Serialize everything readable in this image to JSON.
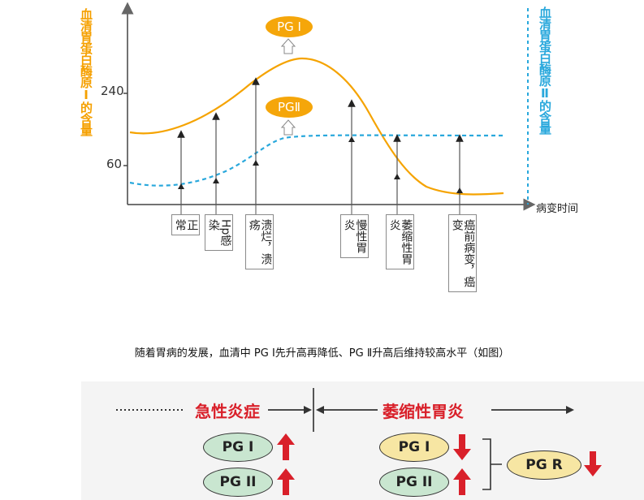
{
  "y_label_left": "血清胃蛋白酶原Ⅰ的含量",
  "y_label_right": "血清胃蛋白酶原Ⅱ的含量",
  "y_ticks": [
    "240",
    "60"
  ],
  "x_label": "病变时间",
  "stages": [
    {
      "lines": [
        "正",
        "常"
      ]
    },
    {
      "lines": [
        "Hp感",
        "染"
      ]
    },
    {
      "lines": [
        "溃烂，溃",
        "疡"
      ]
    },
    {
      "lines": [
        "慢性胃",
        "炎"
      ]
    },
    {
      "lines": [
        "萎缩性胃",
        "炎"
      ]
    },
    {
      "lines": [
        "癌前病变，癌",
        "变"
      ]
    }
  ],
  "curve_labels": {
    "pg1": "PG Ⅰ",
    "pg2": "PGⅡ"
  },
  "caption": "随着胃病的发展，血清中 PG Ⅰ先升高再降低、PG Ⅱ升高后维持较高水平（如图）",
  "bottom": {
    "acute_title": "急性炎症",
    "atrophic_title": "萎缩性胃炎",
    "acute_pg1": "PG I",
    "acute_pg2": "PG II",
    "atrophic_pg1": "PG I",
    "atrophic_pg2": "PG II",
    "pgr": "PG R",
    "directions": {
      "acute_pg1": "up",
      "acute_pg2": "up",
      "atrophic_pg1": "down",
      "atrophic_pg2": "up",
      "pgr": "down"
    }
  },
  "colors": {
    "pg1_curve": "#f5a300",
    "pg2_curve": "#29a8dc",
    "pill": "#f5a60a",
    "arrow_red": "#d9202a",
    "oval_green": "#c9e6d0",
    "oval_yellow": "#f7e6a3"
  }
}
